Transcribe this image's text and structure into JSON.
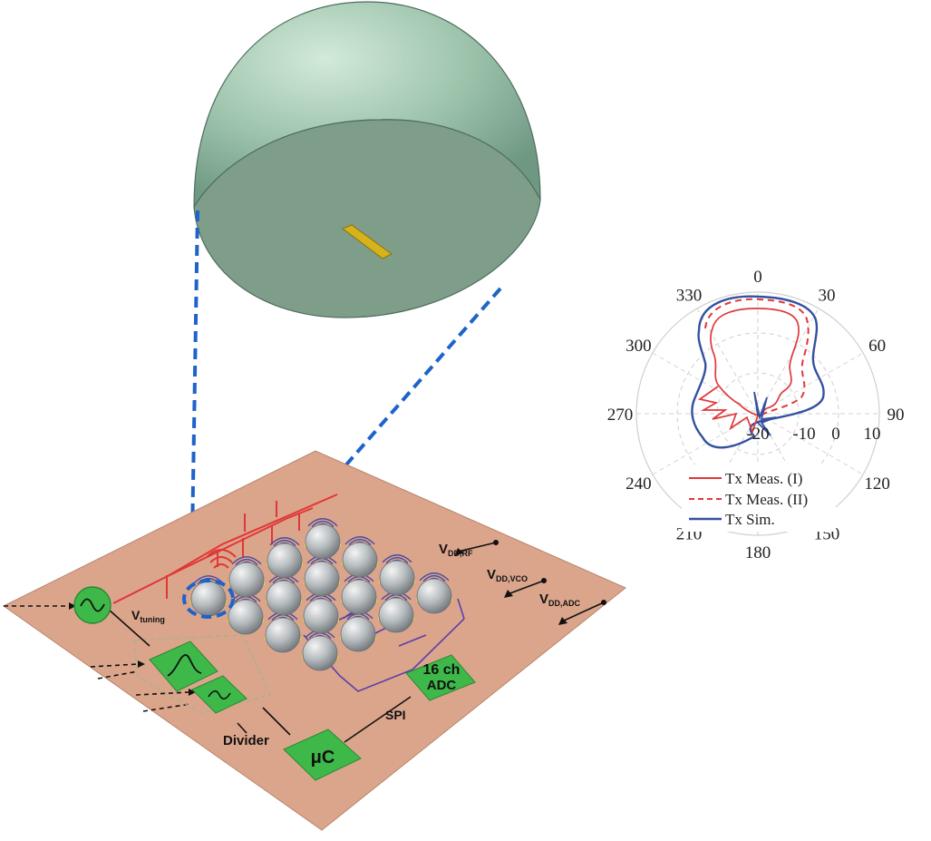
{
  "diagram": {
    "labels": {
      "v_tuning": "V",
      "v_tuning_sub": "tuning",
      "divider": "Divider",
      "spi": "SPI",
      "adc_line1": "16 ch",
      "adc_line2": "ADC",
      "uc": "μC",
      "vdd_rf": "V",
      "vdd_rf_sub": "DD,RF",
      "vdd_vco": "V",
      "vdd_vco_sub": "DD,VCO",
      "vdd_adc": "V",
      "vdd_adc_sub": "DD,ADC"
    },
    "colors": {
      "board": "#dba58c",
      "block": "#3fb84a",
      "trace": "#e13636",
      "bus": "#5b3fa8",
      "zoom_line": "#1d63c9",
      "sphere": "#a9b1b4",
      "lens": "#8fb8a2"
    }
  },
  "polar": {
    "angle_labels": [
      "0",
      "30",
      "60",
      "90",
      "120",
      "150",
      "180",
      "210",
      "240",
      "270",
      "300",
      "330"
    ],
    "radial_labels": [
      "-20",
      "-10",
      "0",
      "10"
    ],
    "legend": [
      {
        "label": "Tx Meas. (I)",
        "color": "#e0383a",
        "style": "solid"
      },
      {
        "label": "Tx Meas. (II)",
        "color": "#e0383a",
        "style": "dashed"
      },
      {
        "label": "Tx Sim.",
        "color": "#3451a0",
        "style": "solid"
      }
    ]
  }
}
